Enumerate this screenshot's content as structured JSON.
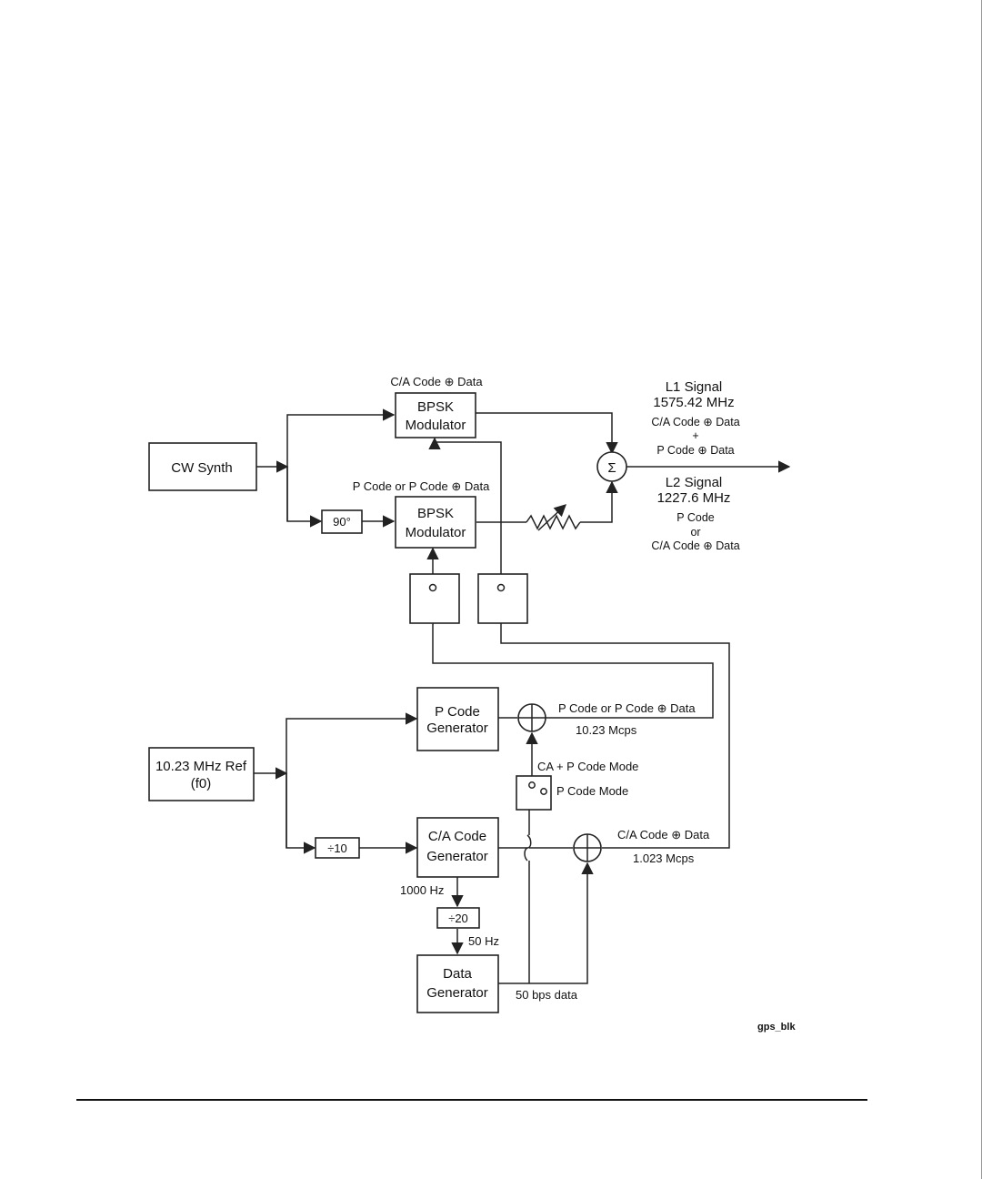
{
  "blocks": {
    "cw_synth": "CW Synth",
    "bpsk1_l1": "BPSK",
    "bpsk1_l2": "Modulator",
    "bpsk2_l1": "BPSK",
    "bpsk2_l2": "Modulator",
    "phase_shift": "90°",
    "ref_l1": "10.23 MHz Ref",
    "ref_l2": "(f0)",
    "pcode_l1": "P Code",
    "pcode_l2": "Generator",
    "cacode_l1": "C/A Code",
    "cacode_l2": "Generator",
    "div10": "÷10",
    "div20": "÷20",
    "data_l1": "Data",
    "data_l2": "Generator",
    "sum_symbol": "Σ"
  },
  "labels": {
    "bpsk1_in": "C/A Code ⊕ Data",
    "bpsk2_in": "P Code or P Code ⊕ Data",
    "l1_title": "L1 Signal",
    "l1_freq": "1575.42 MHz",
    "l1_a": "C/A Code ⊕ Data",
    "l1_plus": "+",
    "l1_b": "P Code ⊕ Data",
    "l2_title": "L2 Signal",
    "l2_freq": "1227.6 MHz",
    "l2_a": "P Code",
    "l2_or": "or",
    "l2_b": "C/A Code ⊕ Data",
    "p_out": "P Code or P Code ⊕ Data",
    "p_rate": "10.23 Mcps",
    "ca_p_mode": "CA + P Code Mode",
    "p_mode": "P Code Mode",
    "ca_out": "C/A Code ⊕ Data",
    "ca_rate": "1.023 Mcps",
    "hz1000": "1000 Hz",
    "hz50": "50 Hz",
    "bps50": "50 bps data",
    "fig_id": "gps_blk"
  }
}
